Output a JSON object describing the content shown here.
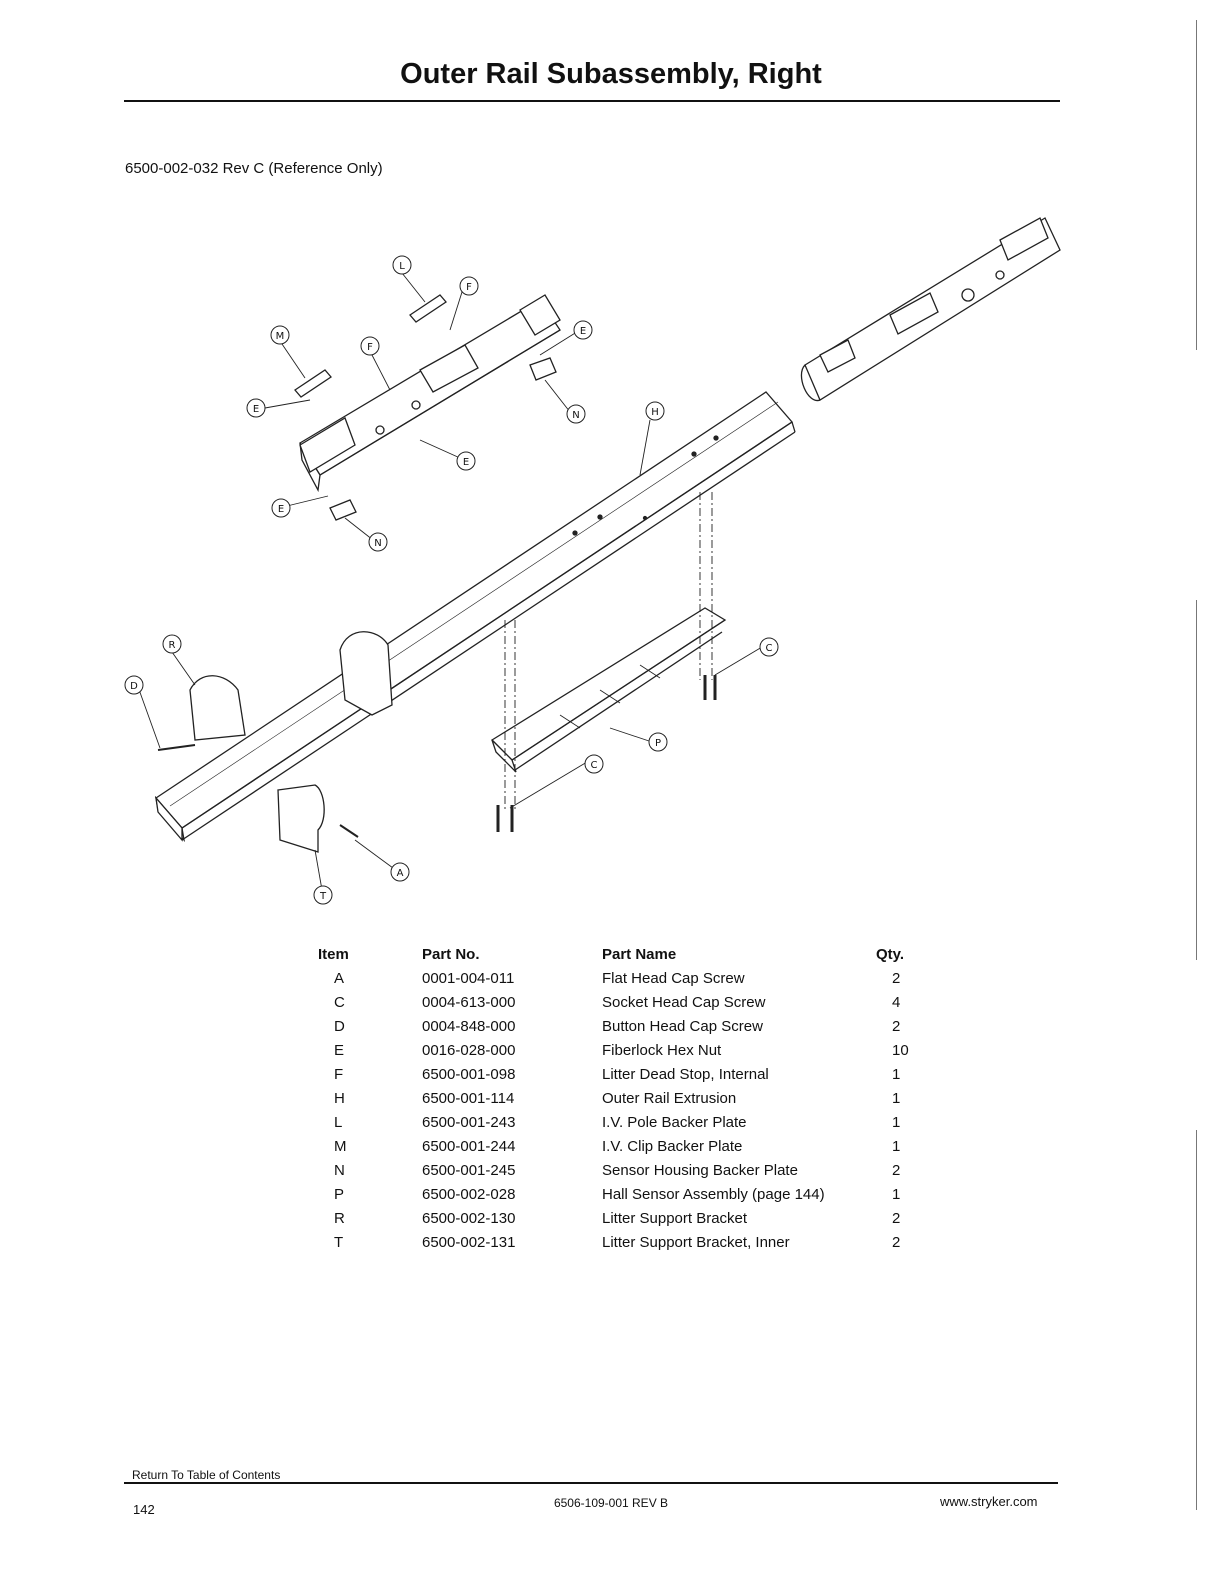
{
  "page": {
    "title": "Outer Rail Subassembly, Right",
    "subtitle": "6500-002-032 Rev C (Reference Only)"
  },
  "diagram": {
    "callouts": [
      "L",
      "F",
      "M",
      "E",
      "F",
      "E",
      "N",
      "H",
      "E",
      "E",
      "N",
      "R",
      "D",
      "C",
      "P",
      "C",
      "A",
      "T"
    ]
  },
  "parts_table": {
    "headers": [
      "Item",
      "Part No.",
      "Part Name",
      "Qty."
    ],
    "rows": [
      {
        "item": "A",
        "part_no": "0001-004-011",
        "name": "Flat Head Cap Screw",
        "qty": "2"
      },
      {
        "item": "C",
        "part_no": "0004-613-000",
        "name": "Socket Head Cap Screw",
        "qty": "4"
      },
      {
        "item": "D",
        "part_no": "0004-848-000",
        "name": "Button Head Cap Screw",
        "qty": "2"
      },
      {
        "item": "E",
        "part_no": "0016-028-000",
        "name": "Fiberlock Hex Nut",
        "qty": "10"
      },
      {
        "item": "F",
        "part_no": "6500-001-098",
        "name": "Litter Dead Stop, Internal",
        "qty": "1"
      },
      {
        "item": "H",
        "part_no": "6500-001-114",
        "name": "Outer Rail Extrusion",
        "qty": "1"
      },
      {
        "item": "L",
        "part_no": "6500-001-243",
        "name": "I.V. Pole Backer Plate",
        "qty": "1"
      },
      {
        "item": "M",
        "part_no": "6500-001-244",
        "name": "I.V. Clip Backer Plate",
        "qty": "1"
      },
      {
        "item": "N",
        "part_no": "6500-001-245",
        "name": "Sensor Housing Backer Plate",
        "qty": "2"
      },
      {
        "item": "P",
        "part_no": "6500-002-028",
        "name": "Hall Sensor Assembly (page 144)",
        "qty": "1"
      },
      {
        "item": "R",
        "part_no": "6500-002-130",
        "name": "Litter Support Bracket",
        "qty": "2"
      },
      {
        "item": "T",
        "part_no": "6500-002-131",
        "name": "Litter Support Bracket, Inner",
        "qty": "2"
      }
    ]
  },
  "footer": {
    "link": "Return To Table of Contents",
    "page_number": "142",
    "doc_number": "6506-109-001 REV B",
    "url": "www.stryker.com"
  }
}
